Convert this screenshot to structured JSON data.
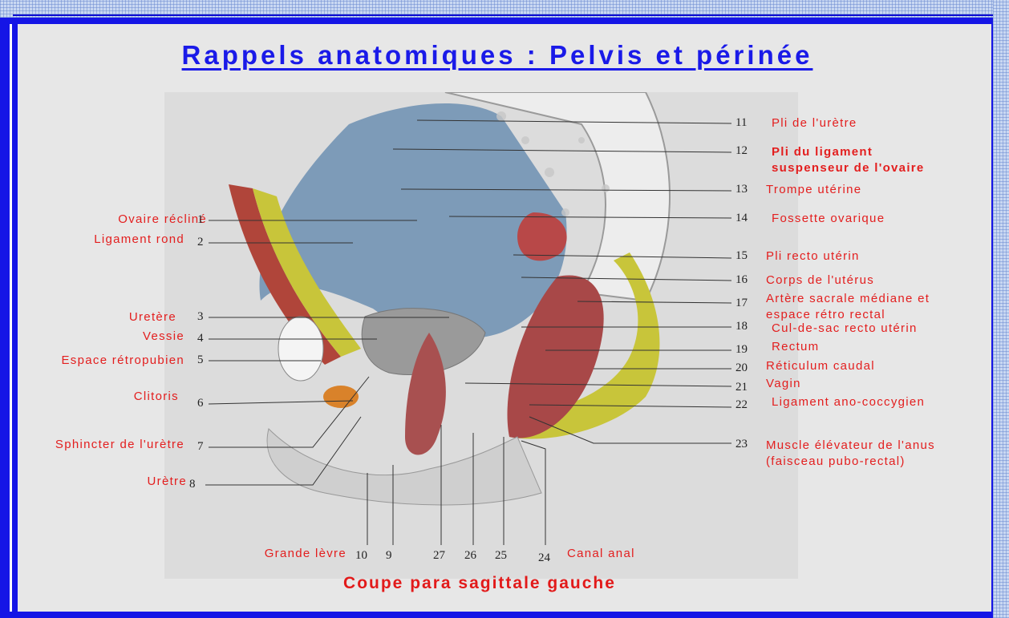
{
  "title": "Rappels anatomiques : Pelvis et périnée",
  "subtitle": "Coupe para sagittale gauche",
  "colors": {
    "frame": "#1515e6",
    "label_text": "#e31e1e",
    "title": "#1a1ae8",
    "panel": "#e7e7e7"
  },
  "labels_left": [
    {
      "num": "1",
      "text": "Ovaire récliné"
    },
    {
      "num": "2",
      "text": "Ligament rond"
    },
    {
      "num": "3",
      "text": "Uretère"
    },
    {
      "num": "4",
      "text": "Vessie"
    },
    {
      "num": "5",
      "text": "Espace rétropubien"
    },
    {
      "num": "6",
      "text": "Clitoris"
    },
    {
      "num": "7",
      "text": "Sphincter de l'urètre"
    },
    {
      "num": "8",
      "text": "Urètre"
    }
  ],
  "labels_right": [
    {
      "num": "11",
      "text": "Pli de l'urètre"
    },
    {
      "num": "12",
      "text": "Pli du ligament suspenseur de l'ovaire"
    },
    {
      "num": "13",
      "text": "Trompe utérine"
    },
    {
      "num": "14",
      "text": "Fossette ovarique"
    },
    {
      "num": "15",
      "text": "Pli recto utérin"
    },
    {
      "num": "16",
      "text": "Corps de l'utérus"
    },
    {
      "num": "17",
      "text": "Artère sacrale médiane et espace rétro rectal"
    },
    {
      "num": "18",
      "text": "Cul-de-sac recto utérin"
    },
    {
      "num": "19",
      "text": "Rectum"
    },
    {
      "num": "20",
      "text": "Réticulum caudal"
    },
    {
      "num": "21",
      "text": "Vagin"
    },
    {
      "num": "22",
      "text": "Ligament ano-coccygien"
    },
    {
      "num": "23",
      "text": "Muscle élévateur de l'anus (faisceau pubo-rectal)"
    }
  ],
  "labels_bottom": [
    {
      "num": "10",
      "text": "Grande lèvre"
    },
    {
      "num": "9",
      "text": ""
    },
    {
      "num": "27",
      "text": ""
    },
    {
      "num": "26",
      "text": ""
    },
    {
      "num": "25",
      "text": ""
    },
    {
      "num": "24",
      "text": "Canal anal"
    }
  ]
}
